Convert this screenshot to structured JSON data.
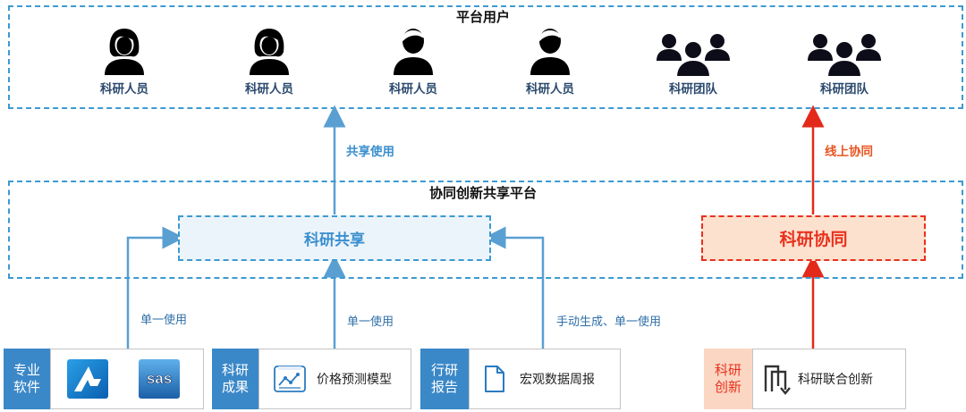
{
  "platform_users": {
    "title": "平台用户",
    "users": [
      {
        "label": "科研人员",
        "icon": "female-user-icon"
      },
      {
        "label": "科研人员",
        "icon": "female-user-icon"
      },
      {
        "label": "科研人员",
        "icon": "male-user-icon"
      },
      {
        "label": "科研人员",
        "icon": "male-user-icon"
      },
      {
        "label": "科研团队",
        "icon": "team-icon"
      },
      {
        "label": "科研团队",
        "icon": "team-icon"
      }
    ]
  },
  "links": {
    "share_use": "共享使用",
    "online_collab": "线上协同",
    "single_use_1": "单一使用",
    "single_use_2": "单一使用",
    "manual_single_use": "手动生成、单一使用"
  },
  "collab_platform": {
    "title": "协同创新共享平台",
    "share_box": "科研共享",
    "collab_box": "科研协同"
  },
  "sources": {
    "software": {
      "tag": "专业软件",
      "tag_line1": "专业",
      "tag_line2": "软件",
      "items": [
        "triangle-logo-icon",
        "sas"
      ]
    },
    "results": {
      "tag": "科研成果",
      "tag_line1": "科研",
      "tag_line2": "成果",
      "item": "价格预测模型"
    },
    "reports": {
      "tag": "行研报告",
      "tag_line1": "行研",
      "tag_line2": "报告",
      "item": "宏观数据周报"
    },
    "innovation": {
      "tag": "科研创新",
      "tag_line1": "科研",
      "tag_line2": "创新",
      "item": "科研联合创新"
    }
  },
  "colors": {
    "primary_blue": "#3d9ad1",
    "tag_blue": "#3b88c8",
    "collab_red": "#e8311d",
    "collab_fill": "#fde1cf",
    "innovation_tag": "#fbd7c3",
    "navy_icon": "#0d0d1a"
  }
}
